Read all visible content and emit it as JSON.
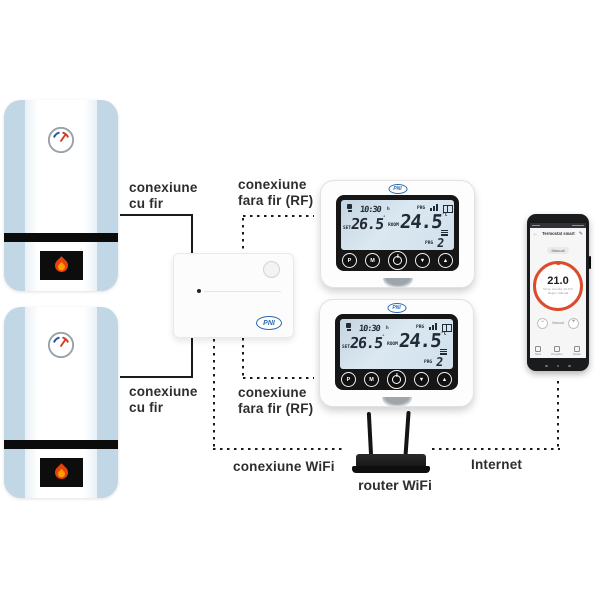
{
  "brand": {
    "logo_text": "PNI"
  },
  "connections": {
    "wired_top": {
      "line1": "conexiune",
      "line2": "cu fir"
    },
    "rf_top": {
      "line1": "conexiune",
      "line2": "fara fir (RF)"
    },
    "wired_bottom": {
      "line1": "conexiune",
      "line2": "cu fir"
    },
    "rf_bottom": {
      "line1": "conexiune",
      "line2": "fara fir (RF)"
    },
    "wifi": "conexiune WiFi",
    "internet": "Internet",
    "router": "router WiFi"
  },
  "thermostat": {
    "lcd": {
      "time": "10:30",
      "time_unit": "h",
      "left_label": "SET",
      "room_temp": "26.5",
      "room_degree": "°",
      "room_label": "ROOM",
      "prg_top": "PRG",
      "set_temp": "24.5",
      "set_unit": "°C",
      "prg_label": "PRG",
      "prg_value": "2"
    },
    "buttons": {
      "p": "P",
      "m": "M",
      "down": "▼",
      "up": "▲"
    }
  },
  "phone": {
    "app_title": "Termostat smart",
    "back": "←",
    "edit": "✎",
    "manual": "Manual",
    "temp": "21.0",
    "temp_degree": "°",
    "sub1": "Temp. curenta: 21.0°C",
    "sub2": "Regim: Manual",
    "minus": "−",
    "plus": "+",
    "tabs": [
      "Mod",
      "Program",
      "Setari"
    ]
  },
  "colors": {
    "accent_ring": "#dd4a2c",
    "pni_blue": "#2a6ab2",
    "boiler_blue": "#c2d7e6"
  }
}
